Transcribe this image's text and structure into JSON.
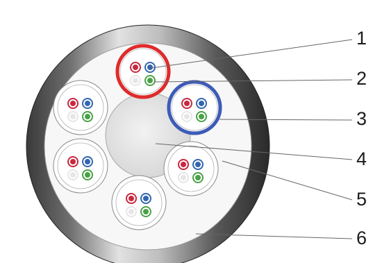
{
  "callouts": {
    "labels": [
      "1",
      "2",
      "3",
      "4",
      "5",
      "6"
    ]
  },
  "colors": {
    "sheath_dark": "#2b2b2b",
    "sheath_light": "#d9d9d9",
    "filler": "#f7f7f7",
    "highlight_red": "#e02b2b",
    "highlight_blue": "#3d5bb8",
    "core_red": "#c8283f",
    "core_blue": "#3266b0",
    "core_white": "#e6e6e6",
    "core_green": "#4aa146",
    "central_member": "#e4e4e4",
    "leader_line": "#666666"
  }
}
